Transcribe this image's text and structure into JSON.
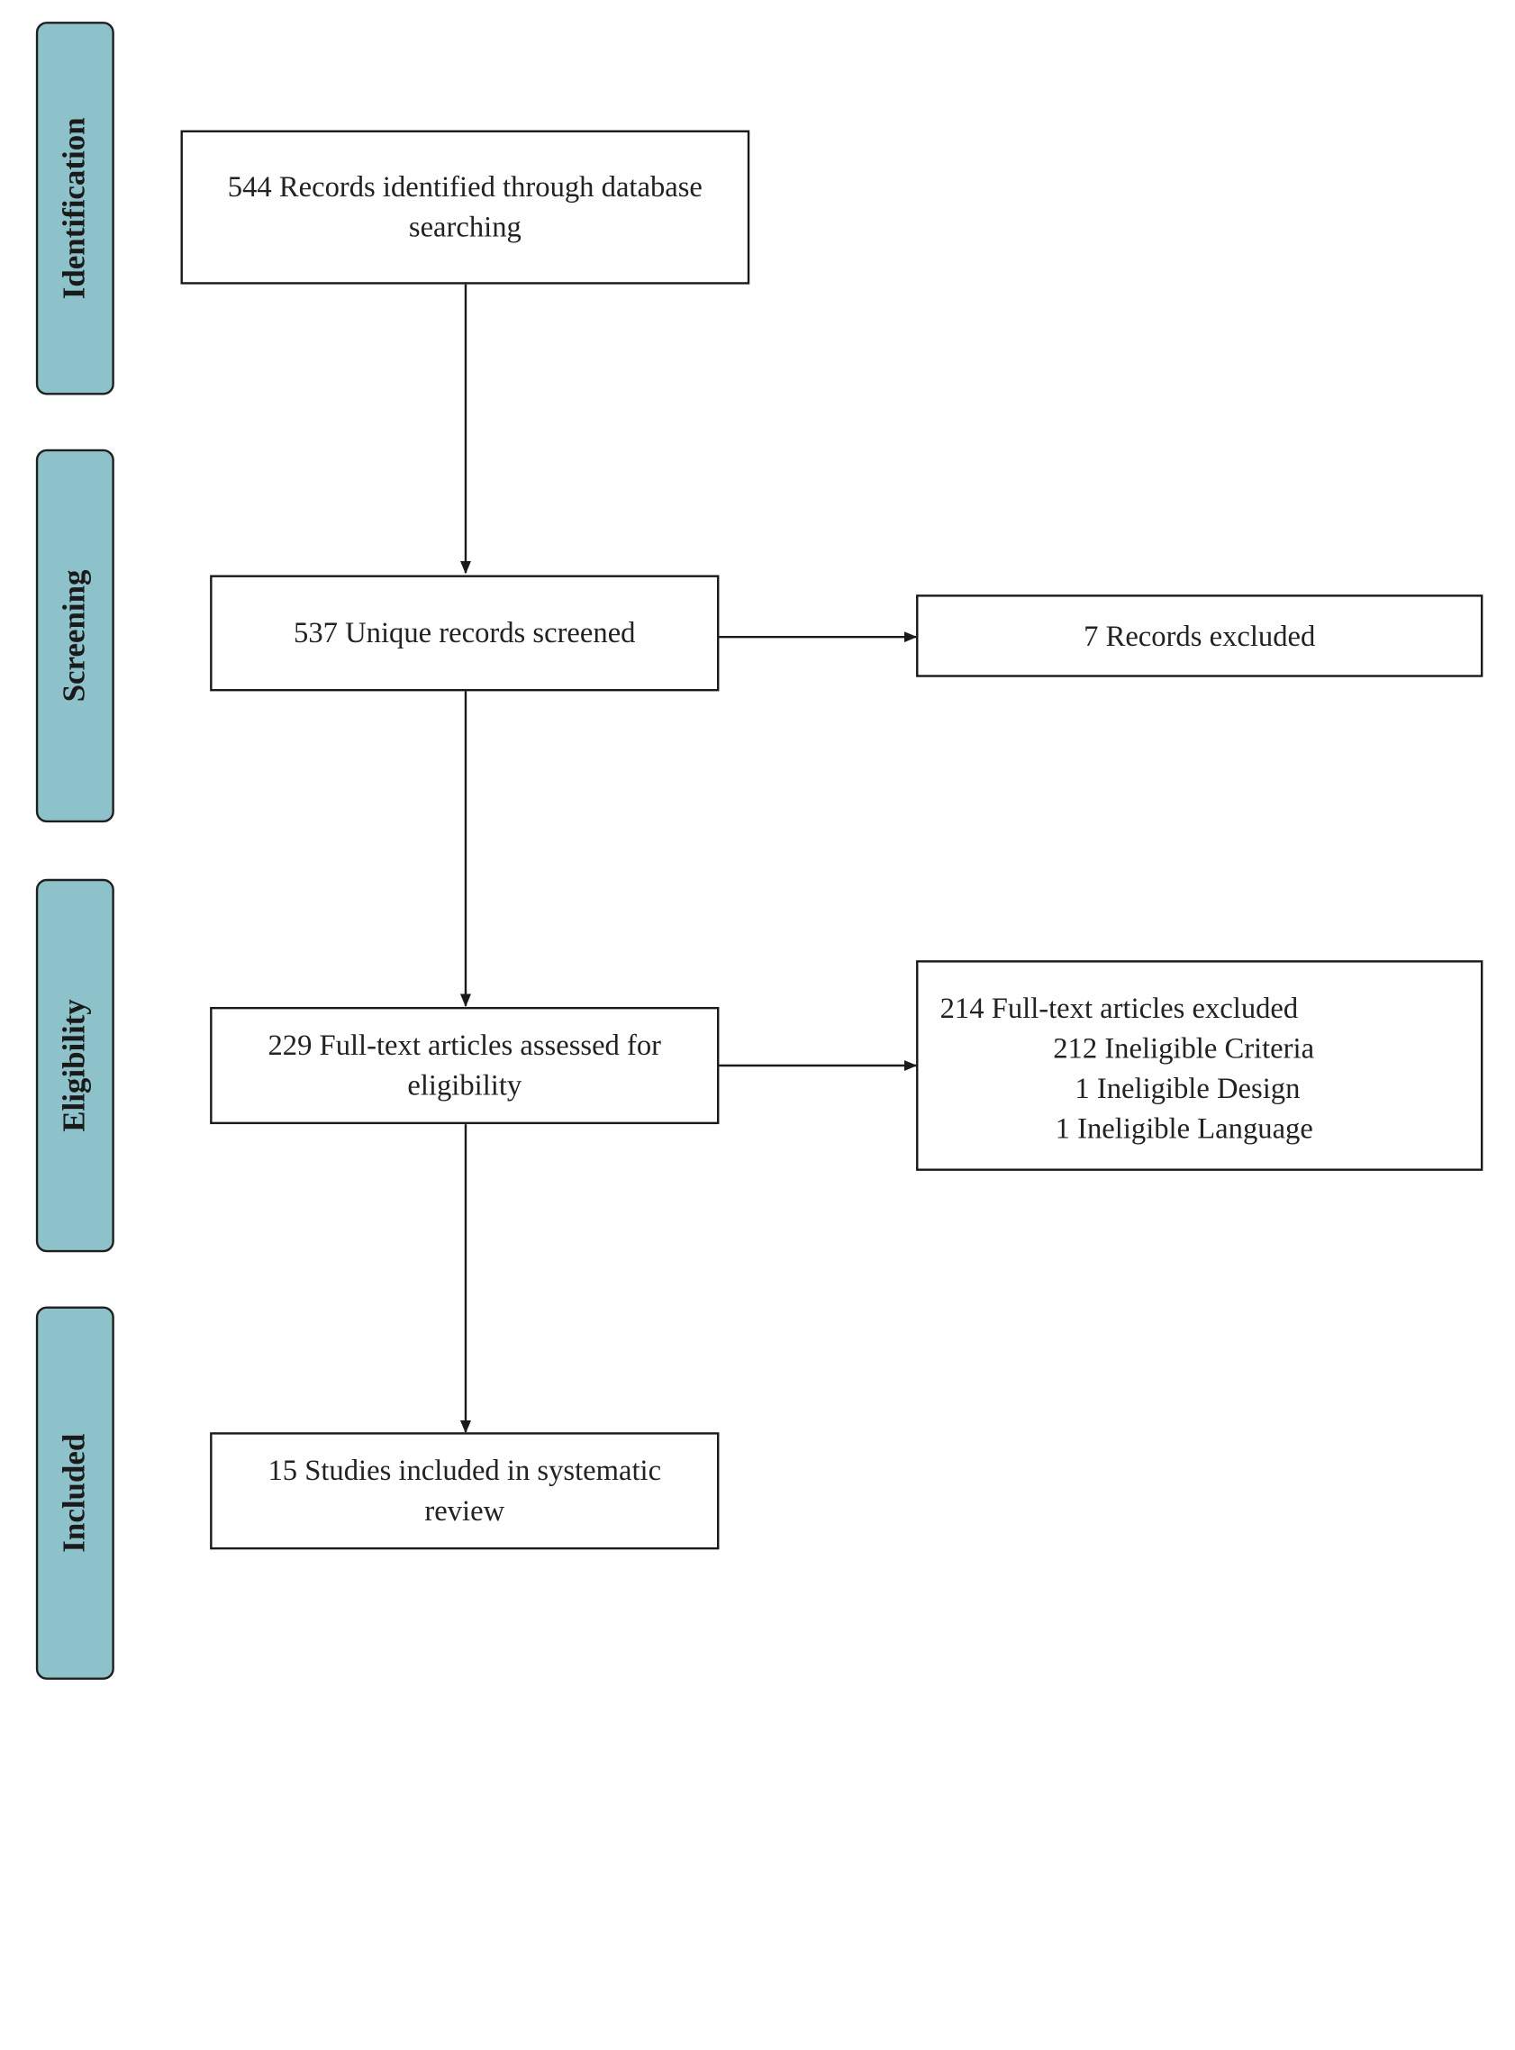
{
  "phases": {
    "identification": "Identification",
    "screening": "Screening",
    "eligibility": "Eligibility",
    "included": "Included"
  },
  "boxes": {
    "identified": "544 Records identified through database searching",
    "screened": "537 Unique records screened",
    "excluded_records": "7 Records excluded",
    "assessed": "229 Full-text articles assessed for eligibility",
    "included": "15 Studies included in systematic review"
  },
  "fulltext_excluded": {
    "heading": "214 Full-text articles excluded",
    "reasons": [
      "212 Ineligible Criteria",
      "1 Ineligible Design",
      "1 Ineligible Language"
    ]
  },
  "colors": {
    "phase_fill": "#8ec2cb",
    "line": "#1a1a1a"
  }
}
